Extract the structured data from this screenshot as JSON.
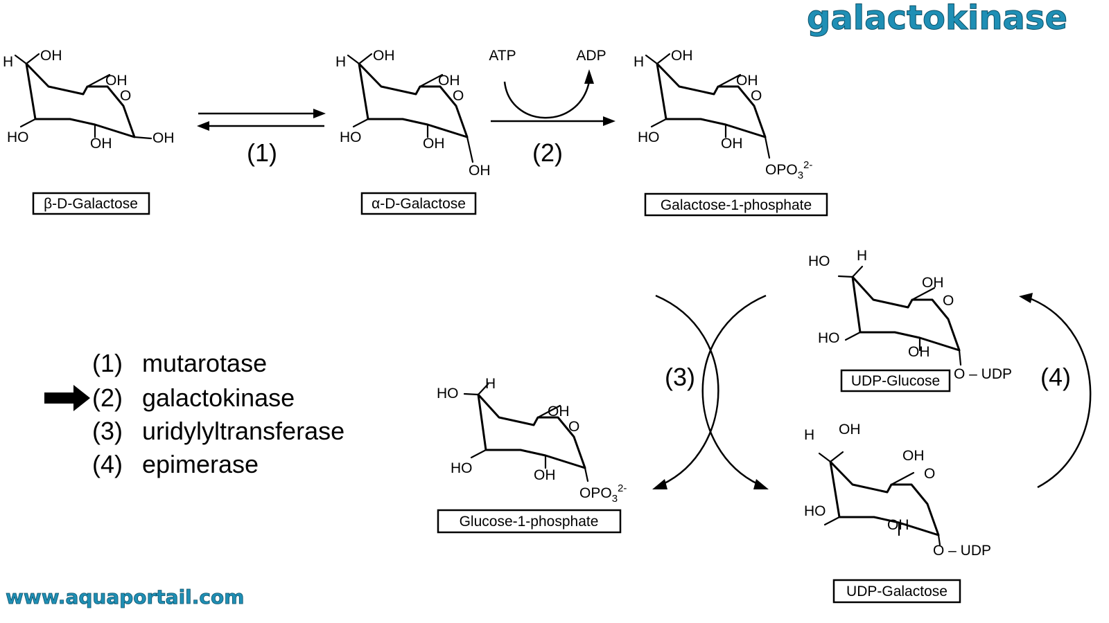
{
  "brand_title": "galactokinase",
  "website": "www.aquaportail.com",
  "labels": {
    "atom_h": "H",
    "atom_oh": "OH",
    "atom_ho": "HO",
    "atom_o": "O",
    "opo3_base": "OPO",
    "opo3_sub": "3",
    "opo3_sup": "2-",
    "o_udp": "O – UDP"
  },
  "molecules": {
    "beta_d_galactose": "β-D-Galactose",
    "alpha_d_galactose": "α-D-Galactose",
    "galactose_1_phosphate": "Galactose-1-phosphate",
    "glucose_1_phosphate": "Glucose-1-phosphate",
    "udp_glucose": "UDP-Glucose",
    "udp_galactose": "UDP-Galactose"
  },
  "reactions": {
    "r1": "(1)",
    "r2": "(2)",
    "r3": "(3)",
    "r4": "(4)",
    "atp": "ATP",
    "adp": "ADP"
  },
  "legend": [
    {
      "num": "(1)",
      "name": "mutarotase",
      "highlighted": false
    },
    {
      "num": "(2)",
      "name": "galactokinase",
      "highlighted": true
    },
    {
      "num": "(3)",
      "name": "uridylyltransferase",
      "highlighted": false
    },
    {
      "num": "(4)",
      "name": "epimerase",
      "highlighted": false
    }
  ],
  "colors": {
    "brand": "#1f8fb5",
    "ink": "#000000"
  }
}
